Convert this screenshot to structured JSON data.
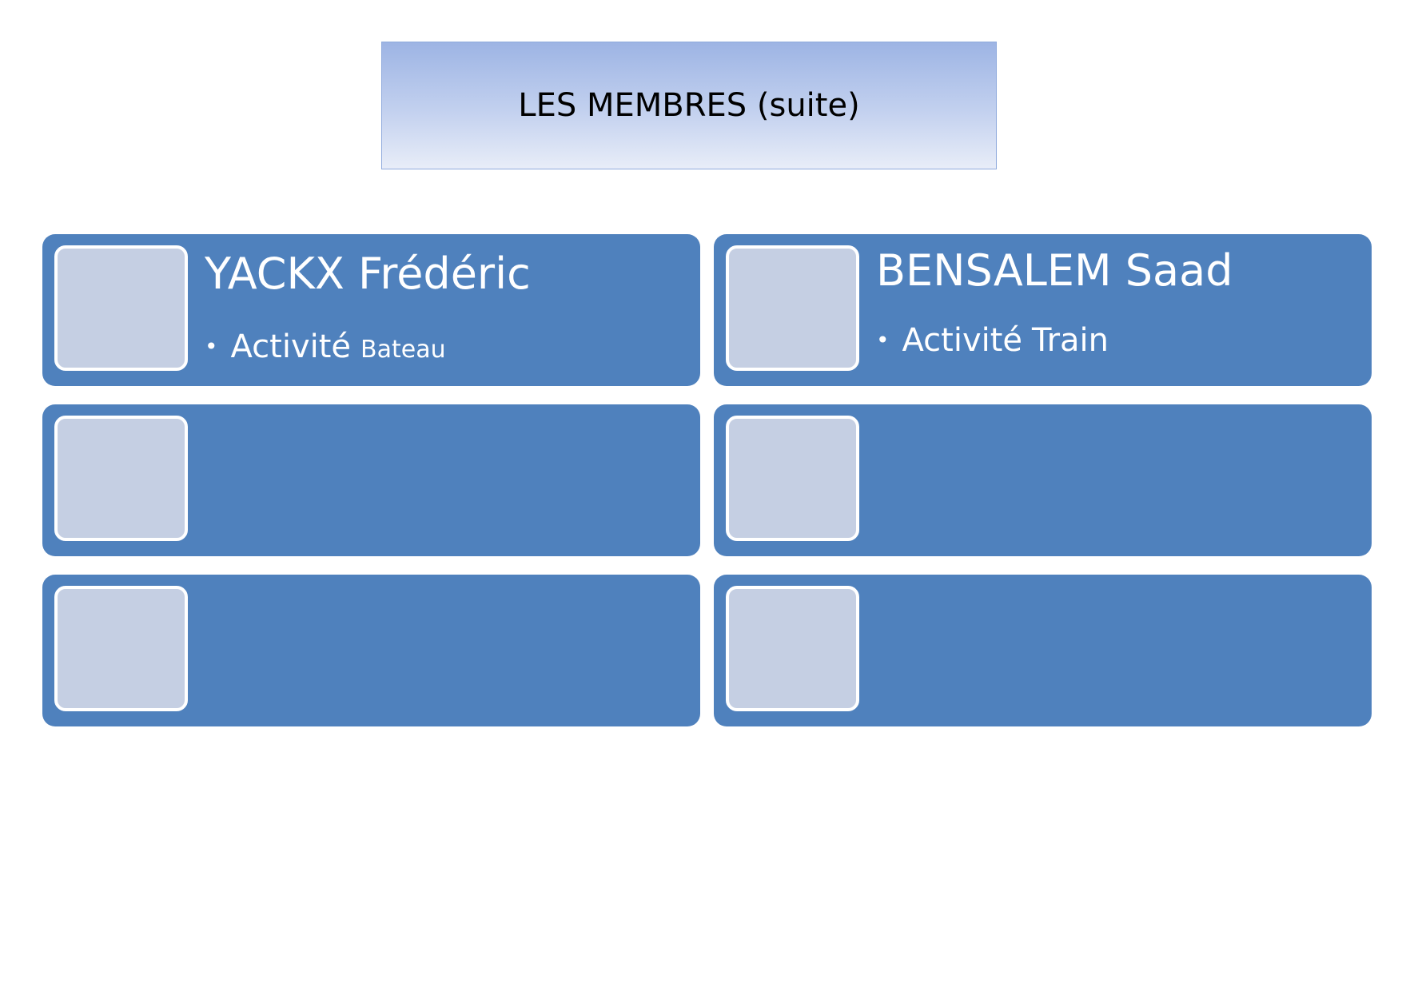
{
  "title": "LES MEMBRES (suite)",
  "members": [
    {
      "name": "YACKX Frédéric",
      "activity_label": "Activité",
      "activity_value": "Bateau"
    },
    {
      "name": "BENSALEM Saad",
      "activity_label": "Activité",
      "activity_value": "Train"
    }
  ],
  "bullet": "•",
  "colors": {
    "card_fill": "#4f81bd",
    "photo_fill": "#c5cfe3",
    "title_gradient_top": "#9db4e4",
    "title_gradient_bottom": "#e8edf8"
  }
}
